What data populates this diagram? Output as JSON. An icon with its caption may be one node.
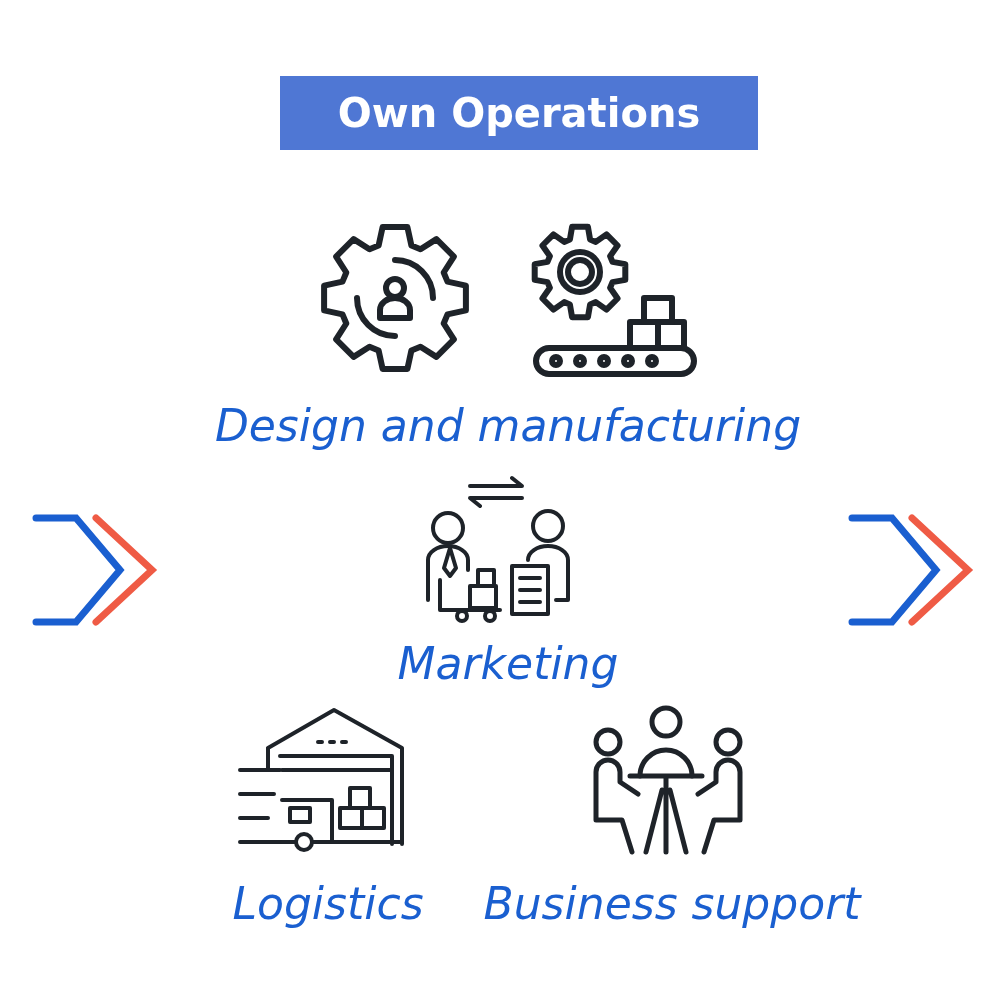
{
  "diagram": {
    "title": "Own Operations",
    "labels": [
      "Design and manufacturing",
      "Marketing",
      "Logistics",
      "Business support"
    ]
  }
}
